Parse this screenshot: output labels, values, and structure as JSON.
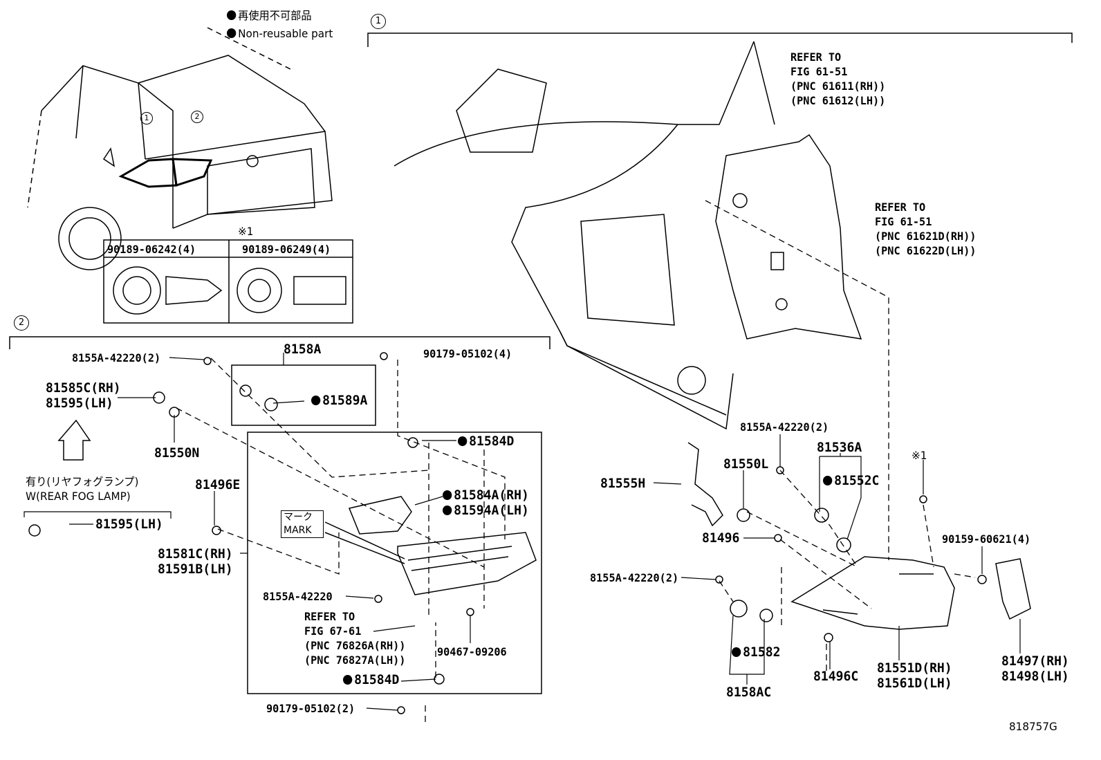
{
  "legend": {
    "jp": "再使用不可部品",
    "en": "Non-reusable part"
  },
  "callouts": {
    "one": "1",
    "two": "2",
    "note": "※1",
    "note2": "※1"
  },
  "refer1": [
    "REFER TO",
    "FIG 61-51",
    "(PNC 61611(RH))",
    "(PNC 61612(LH))"
  ],
  "refer2": [
    "REFER TO",
    "FIG 61-51",
    "(PNC 61621D(RH))",
    "(PNC 61622D(LH))"
  ],
  "refer3": [
    "REFER TO",
    "FIG 67-61",
    "(PNC 76826A(RH))",
    "(PNC 76827A(LH))"
  ],
  "clip_table": {
    "col1": "90189-06242(4)",
    "col2": "90189-06249(4)"
  },
  "fog": {
    "jp": "有り(リヤフォグランプ)",
    "en": "W(REAR FOG LAMP)"
  },
  "mark": {
    "jp": "マーク",
    "en": "MARK"
  },
  "parts": {
    "p8155A_a": "8155A-42220(2)",
    "p8158A": "8158A",
    "p81589A": "81589A",
    "p90179_4": "90179-05102(4)",
    "p81585C": "81585C(RH)",
    "p81595": "81595(LH)",
    "p81550N": "81550N",
    "p81595b": "81595(LH)",
    "p81496E": "81496E",
    "p81584D_a": "81584D",
    "p81584A": "81584A(RH)",
    "p81594A": "81594A(LH)",
    "p81581C": "81581C(RH)",
    "p81591B": "81591B(LH)",
    "p8155A_b": "8155A-42220",
    "p90467": "90467-09206",
    "p81584D_b": "81584D",
    "p90179_2": "90179-05102(2)",
    "p8155A_c": "8155A-42220(2)",
    "p81536A": "81536A",
    "p81550L": "81550L",
    "p81552C": "81552C",
    "p81555H": "81555H",
    "p81496": "81496",
    "p90159": "90159-60621(4)",
    "p8155A_d": "8155A-42220(2)",
    "p81582": "81582",
    "p81496C": "81496C",
    "p81551D": "81551D(RH)",
    "p81561D": "81561D(LH)",
    "p81497": "81497(RH)",
    "p81498": "81498(LH)",
    "p8158AC": "8158AC"
  },
  "figure_id": "818757G"
}
